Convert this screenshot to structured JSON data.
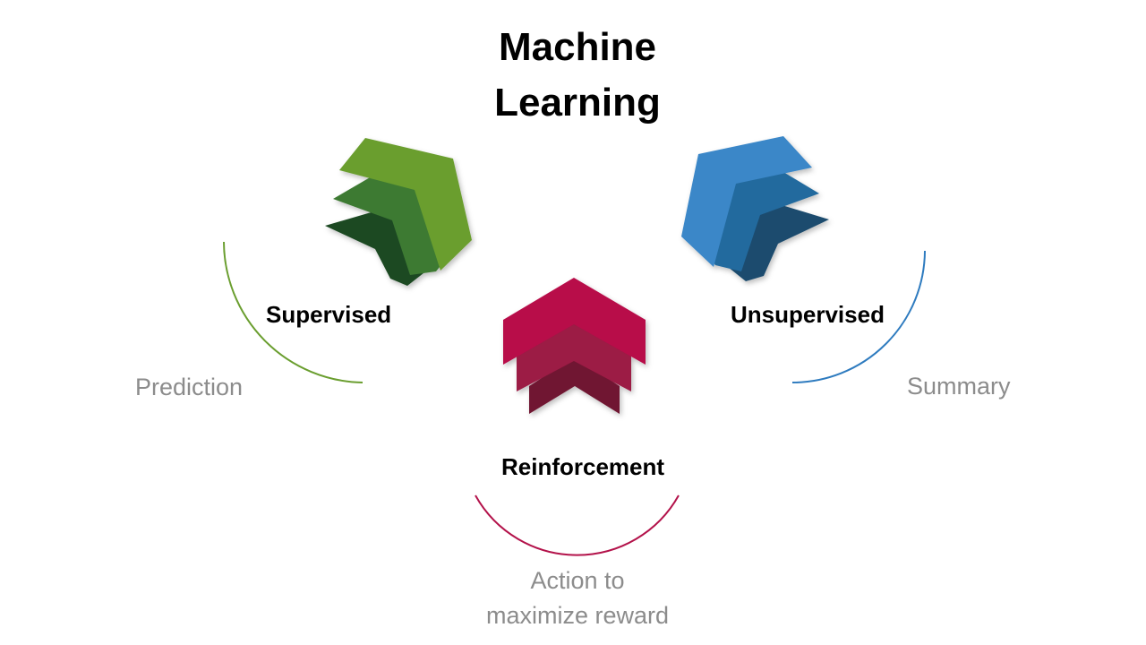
{
  "title": {
    "line1": "Machine",
    "line2": "Learning"
  },
  "categories": [
    {
      "id": "supervised",
      "label": "Supervised",
      "description": "Prediction",
      "color": "#6a9e2f",
      "shades": [
        "#6a9e2f",
        "#3d7a32",
        "#1d4a24"
      ],
      "arrow_direction": "down-right"
    },
    {
      "id": "unsupervised",
      "label": "Unsupervised",
      "description": "Summary",
      "color": "#2e7bbf",
      "shades": [
        "#3b87c8",
        "#246a9e",
        "#1b4c6e"
      ],
      "arrow_direction": "down-left"
    },
    {
      "id": "reinforcement",
      "label": "Reinforcement",
      "description_line1": "Action to",
      "description_line2": "maximize reward",
      "color": "#b3124a",
      "shades": [
        "#b80b4a",
        "#9c1a45",
        "#6f1530"
      ],
      "arrow_direction": "up"
    }
  ]
}
